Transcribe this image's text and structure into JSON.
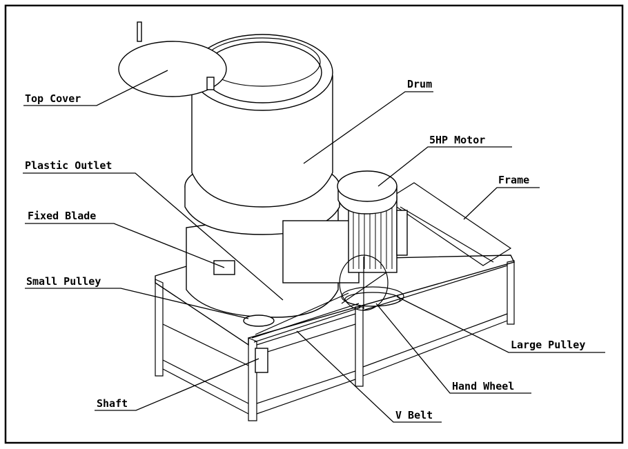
{
  "labels": {
    "top_cover": "Top Cover",
    "drum": "Drum",
    "motor": "5HP Motor",
    "plastic_outlet": "Plastic Outlet",
    "frame": "Frame",
    "fixed_blade": "Fixed Blade",
    "small_pulley": "Small Pulley",
    "large_pulley": "Large Pulley",
    "hand_wheel": "Hand Wheel",
    "shaft": "Shaft",
    "v_belt": "V Belt"
  },
  "colors": {
    "line": "#000000",
    "background": "#ffffff"
  }
}
